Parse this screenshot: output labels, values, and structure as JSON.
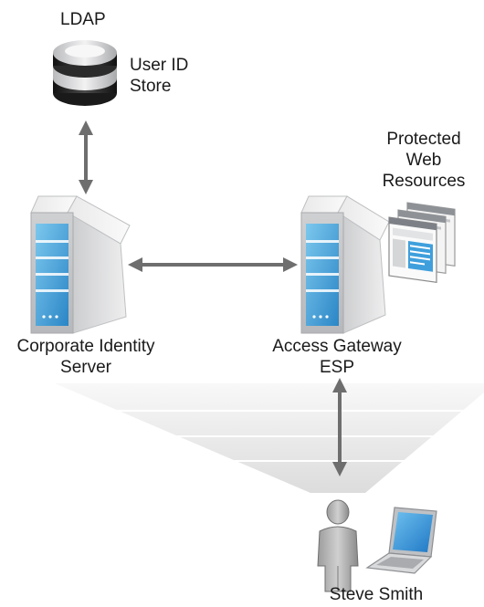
{
  "ldap": {
    "title": "LDAP",
    "store_line1": "User ID",
    "store_line2": "Store"
  },
  "protected": {
    "line1": "Protected",
    "line2": "Web",
    "line3": "Resources"
  },
  "idp": {
    "line1": "Corporate Identity",
    "line2": "Server"
  },
  "gateway": {
    "line1": "Access Gateway",
    "line2": "ESP"
  },
  "user": {
    "name": "Steve Smith"
  },
  "colors": {
    "arrow": "#6e6e6e",
    "server_body": "#d9dadc",
    "server_front": "#3a9fd6",
    "db_dark": "#2a2a2a",
    "db_light": "#cfd0d2",
    "laptop_screen": "#2f8fd2"
  }
}
